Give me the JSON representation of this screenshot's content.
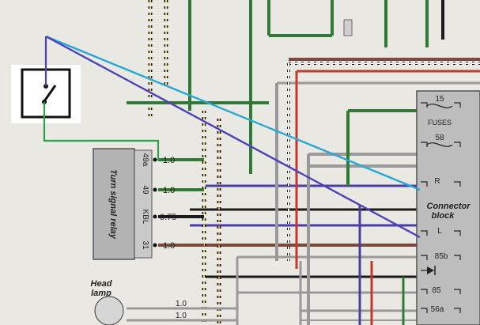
{
  "relay": {
    "title": "Turn signal relay",
    "pins": [
      {
        "pin": "49a",
        "gauge": "1.0"
      },
      {
        "pin": "49",
        "gauge": "1.0"
      },
      {
        "pin": "KBL",
        "gauge": "0.75"
      },
      {
        "pin": "31",
        "gauge": "1.0"
      }
    ]
  },
  "connector_block": {
    "title_line1": "Connector",
    "title_line2": "block",
    "fuses_label": "FUSES",
    "fuse_1": "15",
    "fuse_2": "58",
    "terminals": [
      "R",
      "L",
      "85b",
      "85",
      "56a"
    ]
  },
  "headlamp": {
    "label_line1": "Head",
    "label_line2": "lamp",
    "gauges": [
      "1.0",
      "1.0"
    ]
  },
  "overlay": {
    "switch_symbol": "/"
  },
  "colors": {
    "paper": "#e9e8e3",
    "overlay_cyan": "#27a7d8",
    "overlay_blue": "#4b43b8",
    "overlay_green": "#2aa24a",
    "overlay_black": "#111111"
  }
}
